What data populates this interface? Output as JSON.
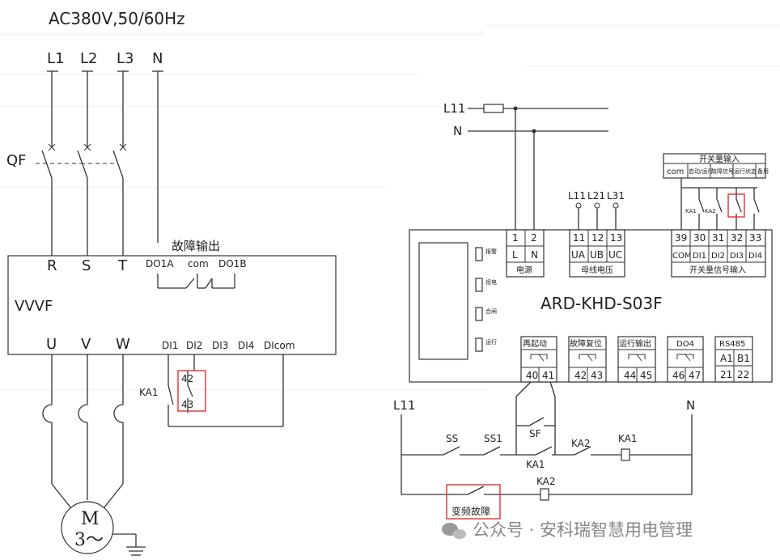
{
  "supply": {
    "title": "AC380V,50/60Hz",
    "phases": [
      "L1",
      "L2",
      "L3",
      "N"
    ],
    "breaker": "QF"
  },
  "vvvf": {
    "name": "VVVF",
    "inputs": [
      "R",
      "S",
      "T"
    ],
    "fault_output_title": "故障输出",
    "fault_terms": [
      "DO1A",
      "com",
      "DO1B"
    ],
    "outputs": [
      "U",
      "V",
      "W"
    ],
    "di_terms": [
      "DI1",
      "DI2",
      "DI3",
      "DI4",
      "DIcom"
    ],
    "relay": "KA1",
    "relay_terms": [
      "42",
      "43"
    ]
  },
  "motor": {
    "label": "M",
    "phase": "3～"
  },
  "ard": {
    "model": "ARD-KHD-S03F",
    "feeds": [
      "L11",
      "N"
    ],
    "indicators": [
      "报警",
      "视电",
      "合闸",
      "运行"
    ],
    "power": {
      "label": "电源",
      "nums": [
        "1",
        "2"
      ],
      "names": [
        "L",
        "N"
      ]
    },
    "bus": {
      "label": "母线电压",
      "nums": [
        "11",
        "12",
        "13"
      ],
      "names": [
        "UA",
        "UB",
        "UC"
      ],
      "inputs": [
        "L11",
        "L21",
        "L31"
      ]
    },
    "switch_in": {
      "title": "开关量输入",
      "com": "com",
      "sub": [
        "启动/运行",
        "故障信号",
        "运行状态",
        "备用"
      ],
      "relays": [
        "KA1",
        "KA2"
      ],
      "nums": [
        "39",
        "30",
        "31",
        "32",
        "33"
      ],
      "names": [
        "COM",
        "DI1",
        "DI2",
        "DI3",
        "DI4"
      ],
      "label": "开关量信号输入"
    },
    "outs": [
      {
        "label": "再起动",
        "terms": [
          "40",
          "41"
        ]
      },
      {
        "label": "故障复位",
        "terms": [
          "42",
          "43"
        ]
      },
      {
        "label": "运行输出",
        "terms": [
          "44",
          "45"
        ]
      },
      {
        "label": "DO4",
        "terms": [
          "46",
          "47"
        ]
      }
    ],
    "rs485": {
      "label": "RS485",
      "names": [
        "A1",
        "B1"
      ],
      "nums": [
        "21",
        "22"
      ]
    }
  },
  "control": {
    "left": "L11",
    "right": "N",
    "ss": "SS",
    "ss1": "SS1",
    "sf": "SF",
    "ka1_contact": "KA1",
    "ka2_contact": "KA2",
    "ka1_coil": "KA1",
    "ka2_coil": "KA2",
    "fault": "变频故障"
  },
  "watermark": "公众号 · 安科瑞智慧用电管理"
}
